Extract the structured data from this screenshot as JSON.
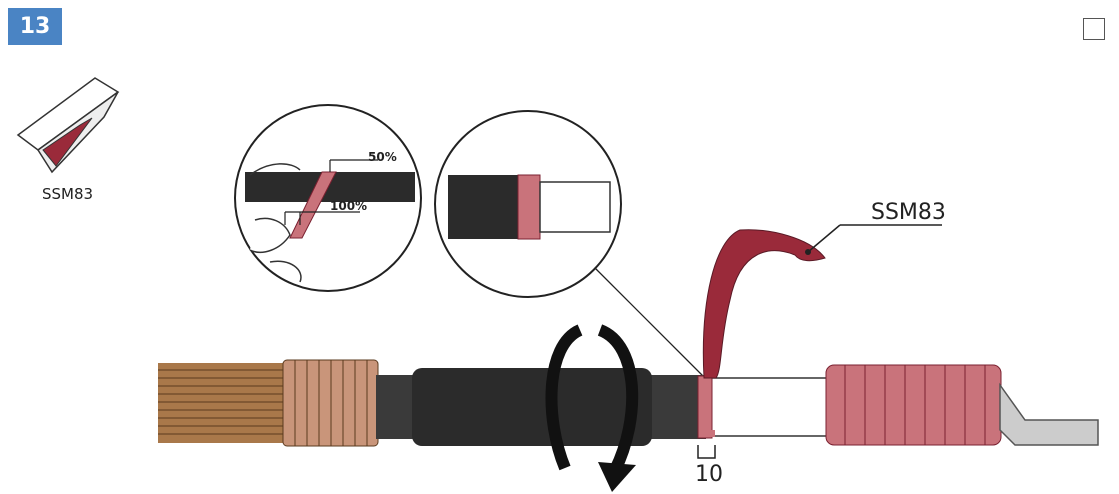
{
  "step": {
    "number": "13"
  },
  "material": {
    "code": "SSM83"
  },
  "detail": {
    "overlap_top": "50%",
    "overlap_bottom": "100%"
  },
  "callout": {
    "tape_label": "SSM83"
  },
  "dimension": {
    "value": "10"
  },
  "colors": {
    "badge": "#4a84c4",
    "tape": "#9a2a3a",
    "tape_light": "#c9737b",
    "jacket": "#2b2b2b",
    "copper": "#a9784a"
  }
}
